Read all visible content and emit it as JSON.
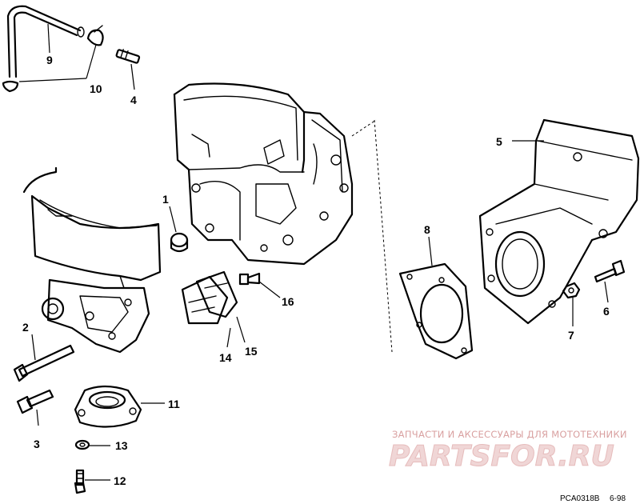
{
  "callouts": {
    "c1": "1",
    "c2": "2",
    "c3": "3",
    "c4": "4",
    "c5": "5",
    "c6": "6",
    "c7": "7",
    "c8": "8",
    "c9": "9",
    "c10": "10",
    "c11": "11",
    "c12": "12",
    "c13": "13",
    "c14": "14",
    "c15": "15",
    "c16": "16"
  },
  "watermark": {
    "tagline": "ЗАПЧАСТИ И АКСЕССУАРЫ ДЛЯ МОТОТЕХНИКИ",
    "logo": "PARTSFOR.RU"
  },
  "drawing_code": "PCA0318B",
  "drawing_date": "6-98"
}
